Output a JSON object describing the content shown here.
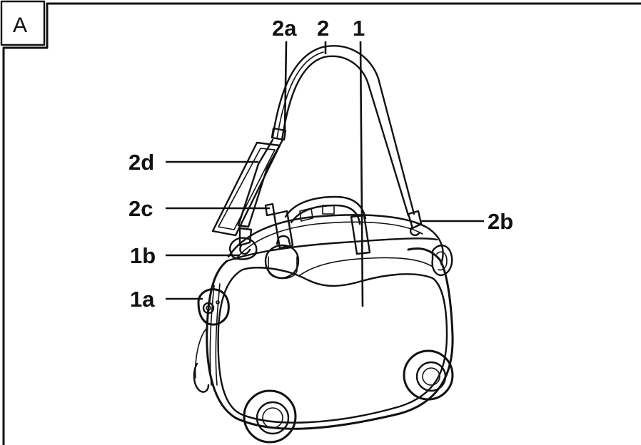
{
  "panel": {
    "letter": "A"
  },
  "callouts": [
    {
      "id": "2a",
      "label": "2a"
    },
    {
      "id": "2",
      "label": "2"
    },
    {
      "id": "1",
      "label": "1"
    },
    {
      "id": "2d",
      "label": "2d"
    },
    {
      "id": "2c",
      "label": "2c"
    },
    {
      "id": "2b",
      "label": "2b"
    },
    {
      "id": "1b",
      "label": "1b"
    },
    {
      "id": "1a",
      "label": "1a"
    }
  ]
}
